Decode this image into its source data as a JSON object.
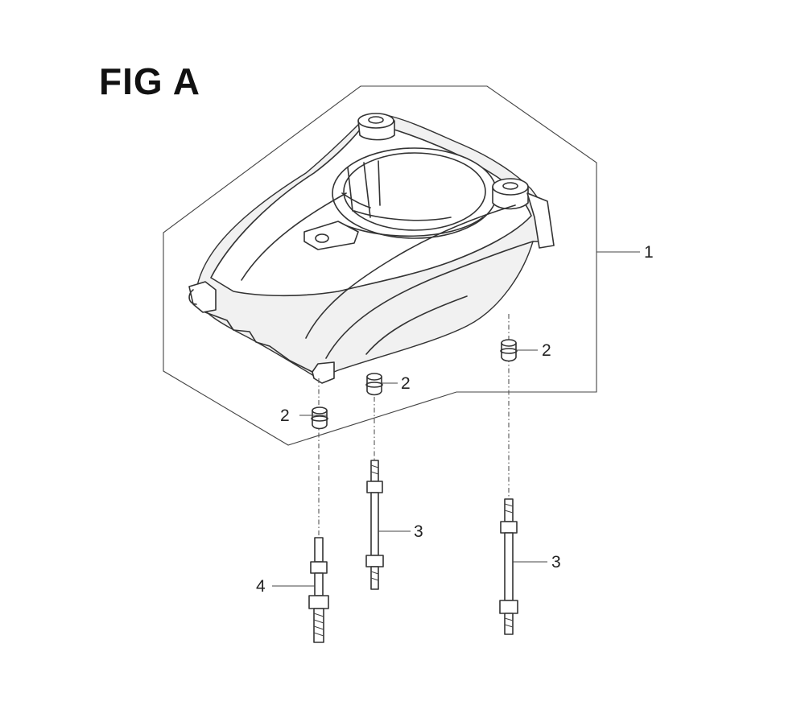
{
  "figure": {
    "title": "FIG A"
  },
  "callouts": [
    {
      "id": "c1",
      "number": "1"
    },
    {
      "id": "c2a",
      "number": "2"
    },
    {
      "id": "c2b",
      "number": "2"
    },
    {
      "id": "c2c",
      "number": "2"
    },
    {
      "id": "c3a",
      "number": "3"
    },
    {
      "id": "c3b",
      "number": "3"
    },
    {
      "id": "c4",
      "number": "4"
    }
  ],
  "colors": {
    "line": "#333333",
    "background": "#ffffff"
  }
}
